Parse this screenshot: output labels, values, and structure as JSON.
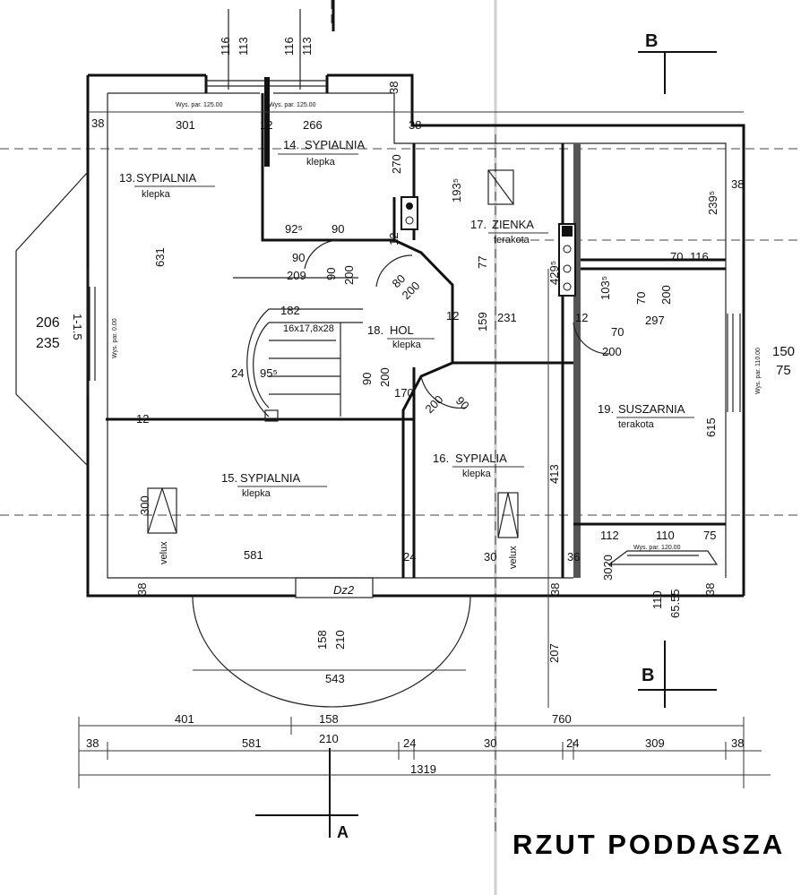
{
  "title": "RZUT PODDASZA",
  "section_marks": {
    "a": "A",
    "b_top": "B",
    "b_bottom": "B"
  },
  "rooms": [
    {
      "number": "13.",
      "name": "SYPIALNIA",
      "floor": "klepka"
    },
    {
      "number": "14.",
      "name": "SYPIALNIA",
      "floor": "klepka"
    },
    {
      "number": "15.",
      "name": "SYPIALNIA",
      "floor": "klepka"
    },
    {
      "number": "16.",
      "name": "SYPIALIA",
      "floor": "klepka"
    },
    {
      "number": "17.",
      "name": "ZIENKA",
      "floor": "terakota"
    },
    {
      "number": "18.",
      "name": "HOL",
      "floor": "klepka"
    },
    {
      "number": "19.",
      "name": "SUSZARNIA",
      "floor": "terakota"
    }
  ],
  "window_notes": {
    "left_1": "Wys. par. 125.00",
    "left_2": "Wys. par. 125.00",
    "west": "Wys. par. 0.00",
    "east": "Wys. par. 110.00",
    "south": "Wys. par. 120.00"
  },
  "labels": {
    "stairs": "16x17,8x28",
    "velux_1": "velux",
    "velux_2": "velux",
    "door_tag": "Dz2"
  },
  "dimensions": {
    "top_116a": "116",
    "top_113a": "113",
    "top_116b": "116",
    "top_113b": "113",
    "d38_tl": "38",
    "d301": "301",
    "d12_top": "12",
    "d266": "266",
    "d38_tm": "38",
    "d38_top": "38",
    "d270": "270",
    "d631": "631",
    "d193": "193⁵",
    "d239": "239⁵",
    "d38_right": "38",
    "d92": "92⁵",
    "d90_a": "90",
    "d12_b": "12",
    "d429": "429⁵",
    "d77": "77",
    "d70_a": "70",
    "d116_r": "116",
    "d90_b": "90",
    "d209": "209",
    "d90_c": "90",
    "d200_a": "200",
    "d80": "80",
    "d200_b": "200",
    "d103": "103⁵",
    "d70_b": "70",
    "d200_c": "200",
    "d182": "182",
    "d12_c": "12",
    "d159": "159",
    "d231": "231",
    "d12_d": "12",
    "d297": "297",
    "d70_c": "70",
    "d200_d": "200",
    "d206": "206",
    "d235": "235",
    "d12_side": "1-1.5",
    "d150": "150",
    "d75": "75",
    "d24_a": "24",
    "d95": "95⁵",
    "d90_d": "90",
    "d200_e": "200",
    "d170": "170",
    "d90_e": "90",
    "d200_f": "200",
    "d12_e": "12",
    "d615": "615",
    "d413": "413",
    "d300": "300",
    "d581_in": "581",
    "d24_b": "24",
    "d30_in": "30",
    "d36": "36",
    "d112": "112",
    "d110_in": "110",
    "d75_in": "75",
    "d3020": "3020",
    "d38_bl": "38",
    "d38_bm": "38",
    "d110_b": "110",
    "d6555": "65.55",
    "d38_br": "38",
    "d158_v": "158",
    "d210_v": "210",
    "d207": "207",
    "d543": "543",
    "d401": "401",
    "d158_h": "158",
    "d760": "760",
    "d38_c1": "38",
    "d581_c": "581",
    "d210_c": "210",
    "d24_c1": "24",
    "d30_c": "30",
    "d24_c2": "24",
    "d309": "309",
    "d38_c2": "38",
    "d1319": "1319"
  }
}
